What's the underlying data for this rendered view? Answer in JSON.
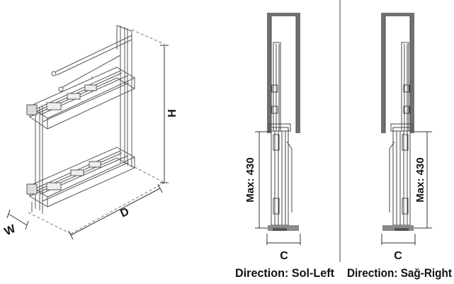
{
  "dimension_labels": {
    "height": "H",
    "depth": "D",
    "width": "W",
    "max_left": "Max: 430",
    "max_right": "Max: 430",
    "clearance_left": "C",
    "clearance_right": "C"
  },
  "captions": {
    "left": "Direction: Sol-Left",
    "right": "Direction: Sağ-Right"
  },
  "colors": {
    "line": "#333333",
    "cabinet_wall": "#707070",
    "background": "#ffffff"
  }
}
